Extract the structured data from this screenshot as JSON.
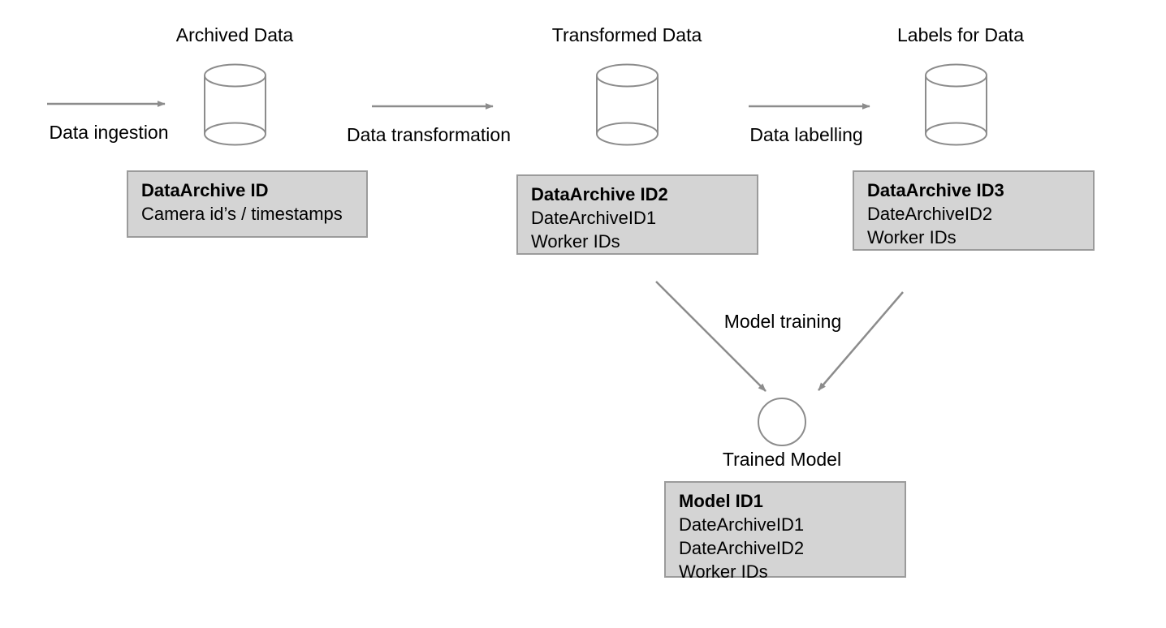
{
  "diagram": {
    "title": "Data pipeline and model training lineage diagram",
    "colors": {
      "box_fill": "#d4d4d4",
      "box_border": "#9b9b9b",
      "arrow": "#8c8c8c",
      "shape_stroke": "#8c8c8c",
      "text": "#000000",
      "background": "#ffffff"
    },
    "stages": [
      {
        "id": "archived-data",
        "title": "Archived Data",
        "icon": "database-cylinder-icon",
        "attributes": [
          {
            "text": "DataArchive ID",
            "bold": true
          },
          {
            "text": "Camera id’s / timestamps",
            "bold": false
          }
        ]
      },
      {
        "id": "transformed-data",
        "title": "Transformed Data",
        "icon": "database-cylinder-icon",
        "attributes": [
          {
            "text": "DataArchive ID2",
            "bold": true
          },
          {
            "text": "DateArchiveID1",
            "bold": false
          },
          {
            "text": "Worker IDs",
            "bold": false
          }
        ]
      },
      {
        "id": "labels-for-data",
        "title": "Labels for Data",
        "icon": "database-cylinder-icon",
        "attributes": [
          {
            "text": "DataArchive ID3",
            "bold": true
          },
          {
            "text": "DateArchiveID2",
            "bold": false
          },
          {
            "text": "Worker IDs",
            "bold": false
          }
        ]
      },
      {
        "id": "trained-model",
        "title": "Trained Model",
        "icon": "circle-node-icon",
        "attributes": [
          {
            "text": "Model ID1",
            "bold": true
          },
          {
            "text": "DateArchiveID1",
            "bold": false
          },
          {
            "text": "DateArchiveID2",
            "bold": false
          },
          {
            "text": "Worker IDs",
            "bold": false
          }
        ]
      }
    ],
    "edges": [
      {
        "id": "data-ingestion",
        "label": "Data ingestion",
        "from": "",
        "to": "archived-data"
      },
      {
        "id": "data-transformation",
        "label": "Data transformation",
        "from": "archived-data",
        "to": "transformed-data"
      },
      {
        "id": "data-labelling",
        "label": "Data labelling",
        "from": "transformed-data",
        "to": "labels-for-data"
      },
      {
        "id": "model-training",
        "label": "Model training",
        "from": "transformed-data, labels-for-data",
        "to": "trained-model"
      }
    ]
  }
}
